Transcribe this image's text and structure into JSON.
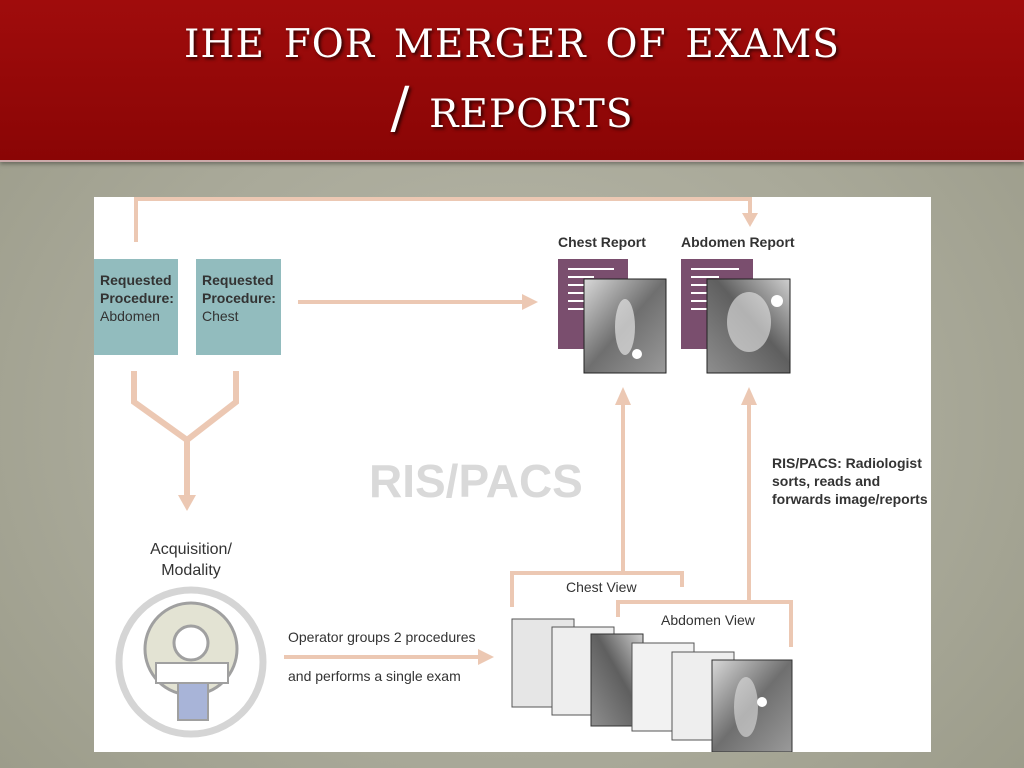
{
  "slide": {
    "title_line1": "IHE for merger of exams",
    "title_line2": "/ reports"
  },
  "diagram": {
    "procedures": [
      {
        "heading_l1": "Requested",
        "heading_l2": "Procedure:",
        "value": "Abdomen"
      },
      {
        "heading_l1": "Requested",
        "heading_l2": "Procedure:",
        "value": "Chest"
      }
    ],
    "reports": {
      "chest": "Chest Report",
      "abdomen": "Abdomen Report"
    },
    "center_label": "RIS/PACS",
    "acquisition_l1": "Acquisition/",
    "acquisition_l2": "Modality",
    "operator_l1": "Operator groups 2 procedures",
    "operator_l2": "and performs a single exam",
    "chest_view": "Chest View",
    "abdomen_view": "Abdomen View",
    "radiologist_l1": "RIS/PACS: Radiologist",
    "radiologist_l2": "sorts, reads and",
    "radiologist_l3": "forwards image/reports",
    "colors": {
      "banner": "#8a0505",
      "arrow": "#ecc8b3",
      "procedure_box": "#92bcbe",
      "report_doc": "#7a4e6e",
      "center_label": "#d9d9d9"
    }
  }
}
